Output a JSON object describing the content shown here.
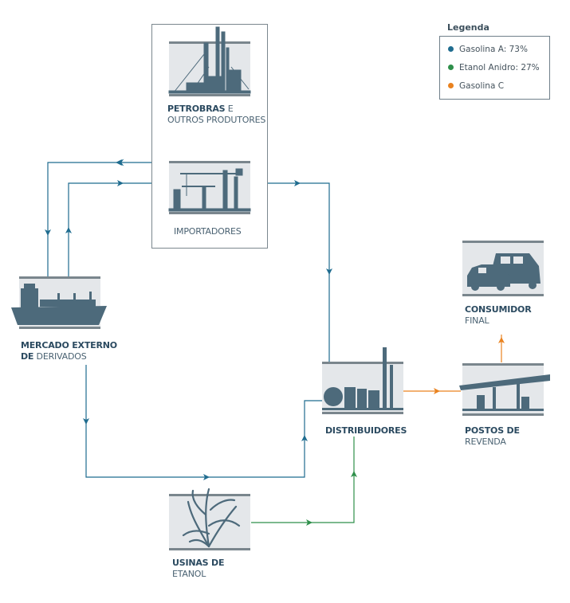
{
  "colors": {
    "blue": "#1f6c8f",
    "green": "#2e8f4a",
    "orange": "#e9821f",
    "icon": "#4d6a7b",
    "icon_bg": "#e4e7ea",
    "band": "#7a868d"
  },
  "legend": {
    "title": "Legenda",
    "items": [
      {
        "label": "Gasolina A: 73%",
        "color": "#1f6c8f"
      },
      {
        "label": "Etanol Anidro: 27%",
        "color": "#2e8f4a"
      },
      {
        "label": "Gasolina C",
        "color": "#e9821f"
      }
    ]
  },
  "nodes": {
    "petrobras": {
      "line1_bold": "PETROBRAS",
      "line1_rest": " E",
      "line2": "OUTROS PRODUTORES",
      "icon": "refinery-icon"
    },
    "importadores": {
      "line1": "IMPORTADORES",
      "icon": "port-cranes-icon"
    },
    "mercado": {
      "line1": "MERCADO EXTERNO",
      "line2_bold": "DE",
      "line2_rest": " DERIVADOS",
      "icon": "tanker-ship-icon"
    },
    "distribuidores": {
      "line1": "DISTRIBUIDORES",
      "icon": "fuel-depot-icon"
    },
    "postos": {
      "line1": "POSTOS DE",
      "line2": "REVENDA",
      "icon": "gas-station-icon"
    },
    "consumidor": {
      "line1": "CONSUMIDOR",
      "line2": "FINAL",
      "icon": "van-car-icon"
    },
    "usinas": {
      "line1": "USINAS DE",
      "line2": "ETANOL",
      "icon": "sugarcane-icon"
    }
  }
}
